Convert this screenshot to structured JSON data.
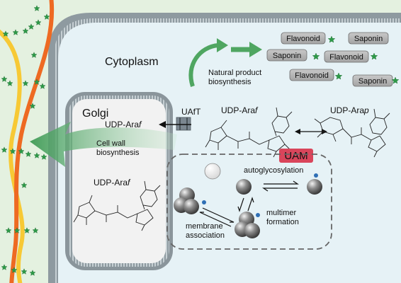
{
  "labels": {
    "cytoplasm": "Cytoplasm",
    "golgi": "Golgi",
    "natural_product_line1": "Natural product",
    "natural_product_line2": "biosynthesis",
    "cell_wall_line1": "Cell wall",
    "cell_wall_line2": "biosynthesis",
    "uaft": "UAfT",
    "uam": "UAM",
    "udp_araf_cyto_prefix": "UDP-Ara",
    "udp_araf_cyto_suffix": "f",
    "udp_arap_prefix": "UDP-Ara",
    "udp_arap_suffix": "p",
    "udp_araf_golgi_prefix": "UDP-Ara",
    "udp_araf_golgi_suffix": "f",
    "udp_araf_mid_prefix": "UDP-Ara",
    "udp_araf_mid_suffix": "f",
    "autoglycosylation": "autoglycosylation",
    "multimer_line1": "multimer",
    "multimer_line2": "formation",
    "membrane_line1": "membrane",
    "membrane_line2": "association"
  },
  "products": [
    {
      "label": "Flavonoid"
    },
    {
      "label": "Saponin"
    },
    {
      "label": "Saponin"
    },
    {
      "label": "Flavonoid"
    },
    {
      "label": "Flavonoid"
    },
    {
      "label": "Saponin"
    }
  ],
  "colors": {
    "cell_wall_bg": "#e4f1e0",
    "cytoplasm_bg": "#e6f2f6",
    "membrane": "#9aa7ad",
    "orange_fiber": "#ee6a22",
    "yellow_fiber": "#f7c935",
    "green_arrow": "#4fa661",
    "uam_badge": "#d9455b",
    "star": "#2e9a48",
    "sphere": "#6b6b6b",
    "phosphate": "#2f6fb5"
  }
}
